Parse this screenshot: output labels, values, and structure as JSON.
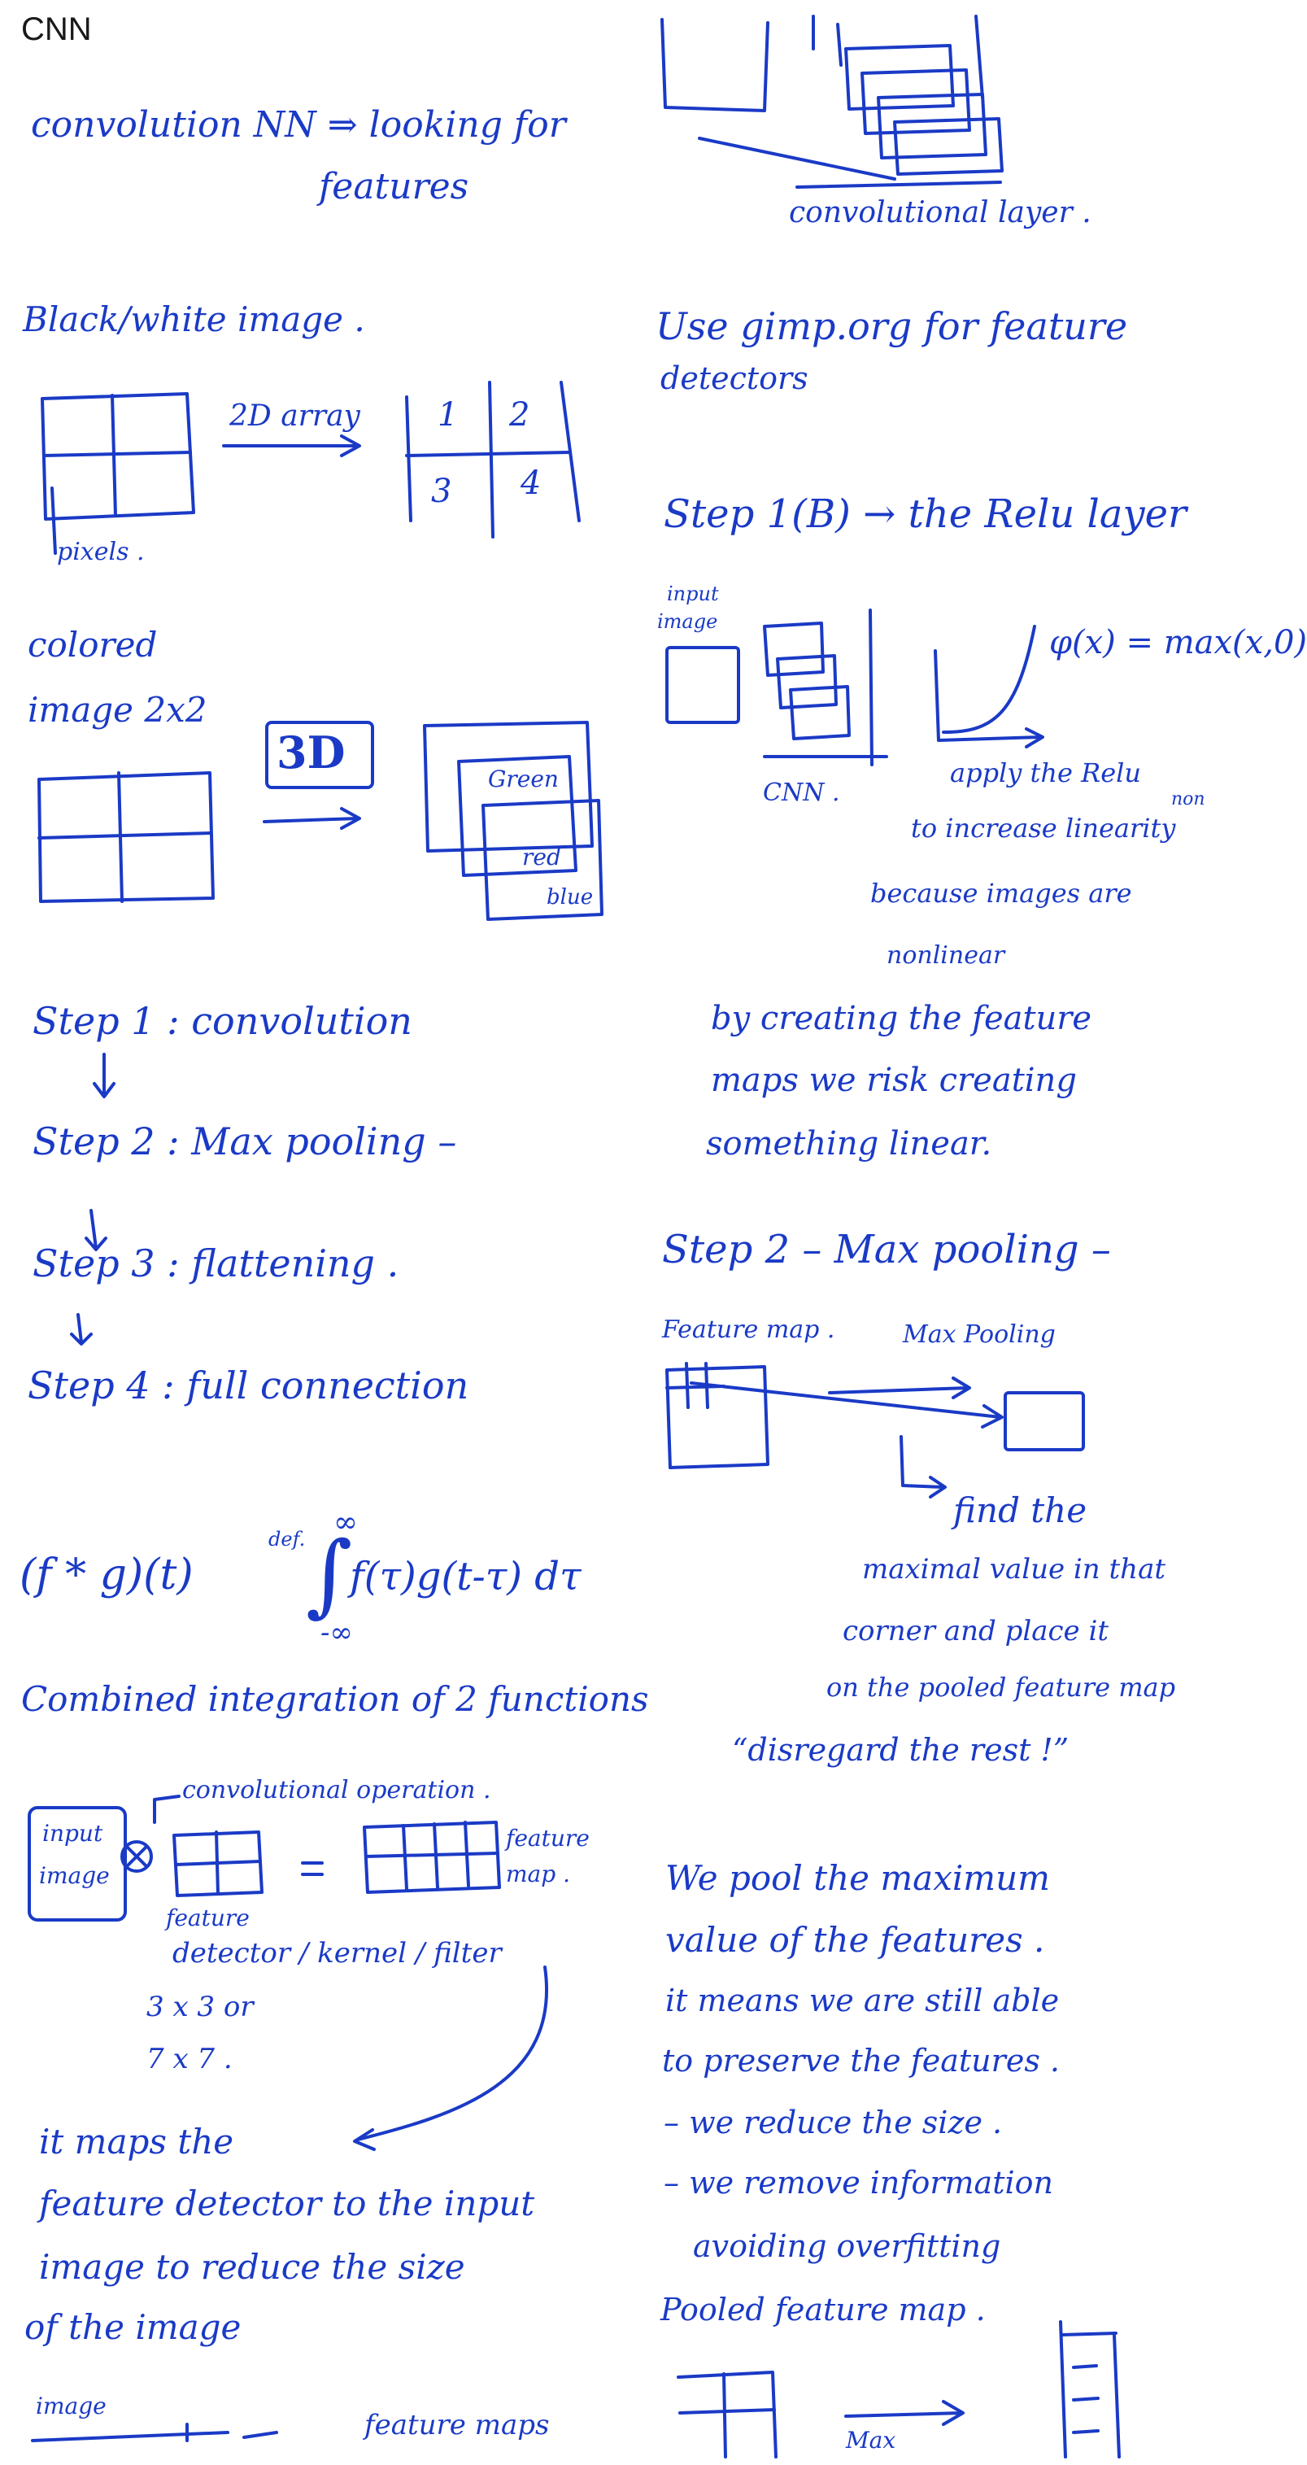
{
  "page": {
    "title": "CNN"
  },
  "ink_color": "#1a3ac6",
  "left": {
    "intro": [
      "convolution NN ⇒ looking for",
      "features"
    ],
    "bw_image": "Black/white image .",
    "arrow_2d": "2D array",
    "grid_values": [
      "1",
      "2",
      "3",
      "4"
    ],
    "pixels": "pixels .",
    "colored": [
      "colored",
      "image 2x2"
    ],
    "label_3d": "3D",
    "channels": [
      "Green",
      "red",
      "blue"
    ],
    "steps": [
      "Step 1 : convolution",
      "Step 2 : Max pooling –",
      "Step 3 : flattening .",
      "Step 4 : full connection"
    ],
    "formula_lhs": "(f * g)(t)",
    "formula_def": "def.",
    "formula_int_top": "∞",
    "formula_int_bottom": "-∞",
    "formula_rhs": "f(τ)g(t-τ) dτ",
    "combined": "Combined integration of 2 functions",
    "conv_operation": "convolutional operation .",
    "input_image": [
      "input",
      "image"
    ],
    "feature_map": [
      "feature",
      "map ."
    ],
    "feature_detector": [
      "feature",
      "detector / kernel / filter"
    ],
    "kernel_sizes": [
      "3 x 3 or",
      "7 x 7 ."
    ],
    "maps_text": [
      "it maps the",
      "feature detector to the input",
      "image to reduce the size",
      "of the image"
    ],
    "bottom_left": [
      "image",
      "feature maps"
    ]
  },
  "right": {
    "conv_layer": "convolutional layer .",
    "gimp": [
      "Use gimp.org for feature",
      "detectors"
    ],
    "step1b": "Step 1(B) → the Relu layer",
    "input_image": [
      "input",
      "image"
    ],
    "cnn": "CNN .",
    "phi": "φ(x) = max(x,0)",
    "relu_text": [
      "apply the Relu",
      "non",
      "to increase linearity",
      "because images are",
      "nonlinear"
    ],
    "creating_text": [
      "by creating the feature",
      "maps we risk creating",
      "something linear."
    ],
    "step2": "Step 2 – Max pooling –",
    "feature_map": "Feature map .",
    "max_pooling": "Max Pooling",
    "find_text": [
      "find the",
      "maximal value in that",
      "corner and place it",
      "on the pooled feature map",
      "“disregard the rest !”"
    ],
    "pool_text": [
      "We pool the maximum",
      "value of the features .",
      "it means we are still able",
      "to preserve the features .",
      "– we reduce the size .",
      "– we remove information",
      "avoiding overfitting",
      "Pooled feature map ."
    ],
    "bottom_arrow": "Max"
  }
}
